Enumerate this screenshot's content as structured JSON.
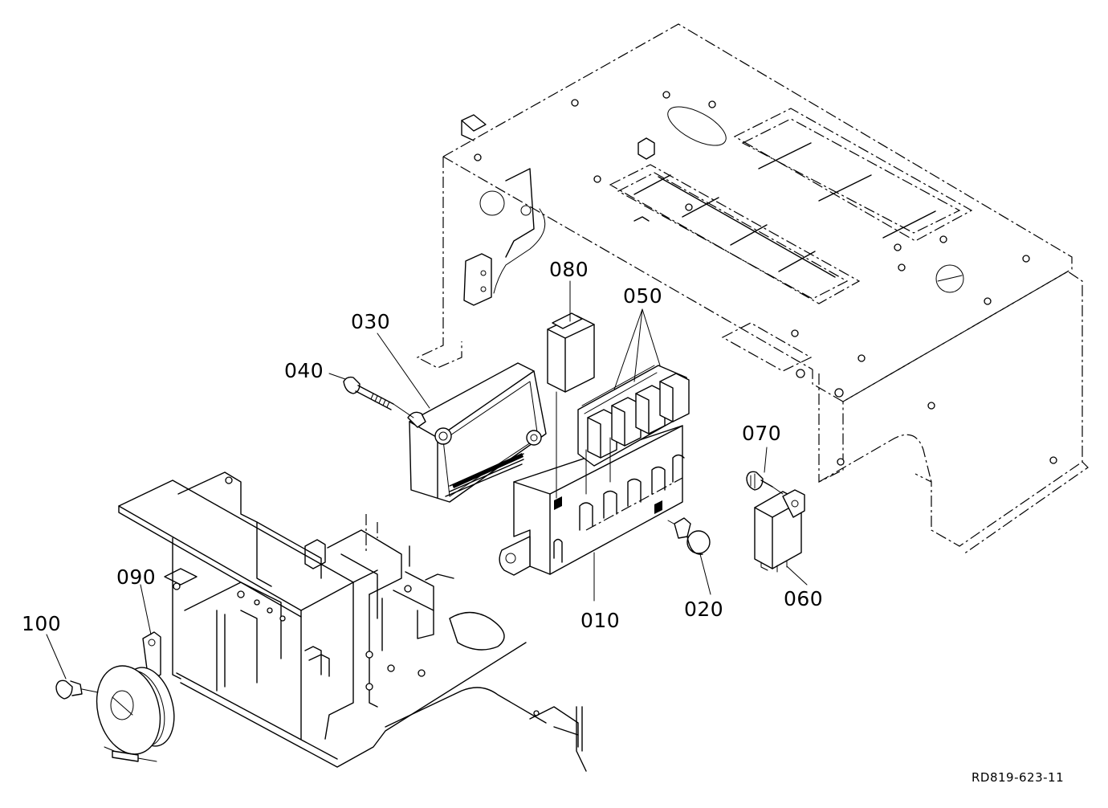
{
  "diagram": {
    "reference_code": "RD819-623-11",
    "parts": [
      {
        "id": "010",
        "label": "010"
      },
      {
        "id": "020",
        "label": "020"
      },
      {
        "id": "030",
        "label": "030"
      },
      {
        "id": "040",
        "label": "040"
      },
      {
        "id": "050",
        "label": "050"
      },
      {
        "id": "060",
        "label": "060"
      },
      {
        "id": "070",
        "label": "070"
      },
      {
        "id": "080",
        "label": "080"
      },
      {
        "id": "090",
        "label": "090"
      },
      {
        "id": "100",
        "label": "100"
      }
    ]
  }
}
